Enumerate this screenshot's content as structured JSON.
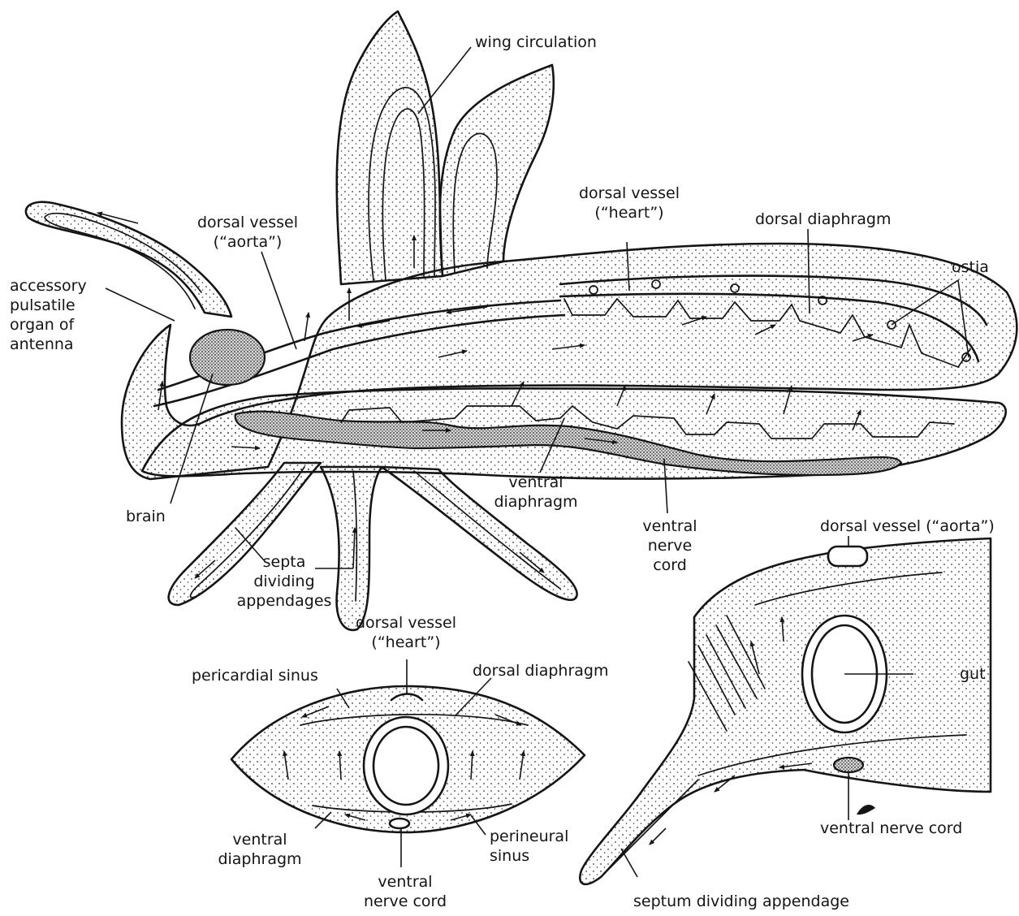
{
  "labels": {
    "wing_circulation": "wing circulation",
    "dorsal_vessel_heart": "dorsal vessel\n(“heart”)",
    "dorsal_diaphragm": "dorsal diaphragm",
    "ostia": "ostia",
    "dorsal_vessel_aorta": "dorsal vessel\n(“aorta”)",
    "accessory_organ": "accessory\npulsatile\norgan of\nantenna",
    "brain": "brain",
    "ventral_diaphragm": "ventral\ndiaphragm",
    "ventral_nerve_cord": "ventral\nnerve\ncord",
    "septa": "septa\ndividing\nappendages",
    "cs_dorsal_vessel_heart": "dorsal vessel\n(“heart”)",
    "cs_pericardial_sinus": "pericardial sinus",
    "cs_dorsal_diaphragm": "dorsal diaphragm",
    "cs_ventral_diaphragm": "ventral\ndiaphragm",
    "cs_perineural_sinus": "perineural\nsinus",
    "cs_ventral_nerve_cord": "ventral\nnerve cord",
    "lat_dorsal_vessel_aorta": "dorsal vessel (“aorta”)",
    "lat_gut": "gut",
    "lat_ventral_nerve_cord": "ventral nerve cord",
    "lat_septum": "septum dividing appendage"
  }
}
